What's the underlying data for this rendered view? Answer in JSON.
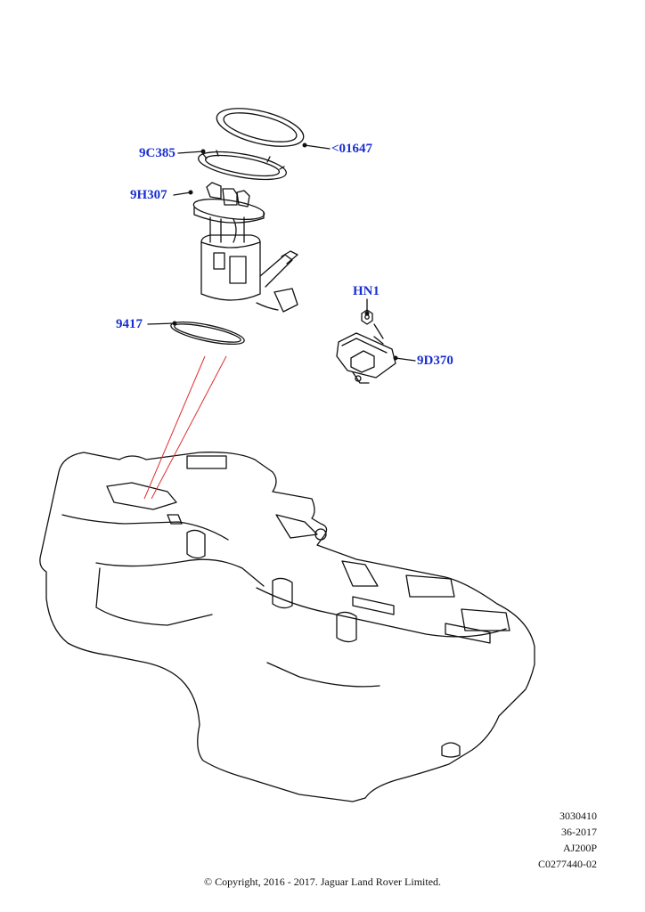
{
  "callouts": {
    "seal_ring": "<01647",
    "lock_ring": "9C385",
    "fuel_pump_module": "9H307",
    "o_ring": "9417",
    "nut": "HN1",
    "control_module": "9D370"
  },
  "reference": {
    "line1": "3030410",
    "line2": "36-2017",
    "line3": "AJ200P",
    "line4": "C0277440-02"
  },
  "copyright": "© Copyright, 2016 - 2017. Jaguar Land Rover Limited.",
  "colors": {
    "callout_text": "#1a2fd0",
    "leader_line": "#111111",
    "guide_line": "#e03030",
    "outline": "#111111"
  }
}
